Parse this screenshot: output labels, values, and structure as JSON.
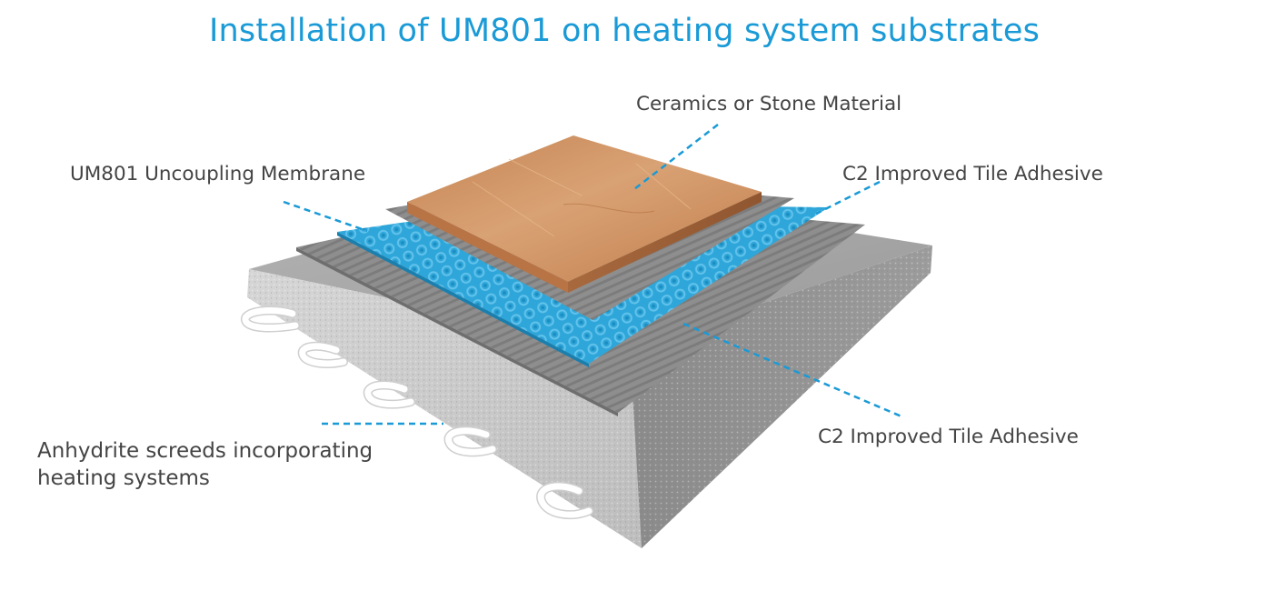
{
  "title": "Installation of UM801 on heating system substrates",
  "colors": {
    "title": "#1a9ad6",
    "leader_line": "#1a9ad6",
    "label_text": "#444444",
    "screed": "#a3a3a3",
    "adhesive": "#8f8f8f",
    "membrane": "#31a9dc",
    "tile": "#c98a5a",
    "pipe": "#ffffff"
  },
  "labels": {
    "ceramics": "Ceramics or Stone Material",
    "membrane": "UM801 Uncoupling Membrane",
    "adhesive_top": "C2 Improved Tile Adhesive",
    "adhesive_bottom": "C2 Improved Tile Adhesive",
    "screed_line1": "Anhydrite screeds incorporating",
    "screed_line2": "heating systems"
  }
}
